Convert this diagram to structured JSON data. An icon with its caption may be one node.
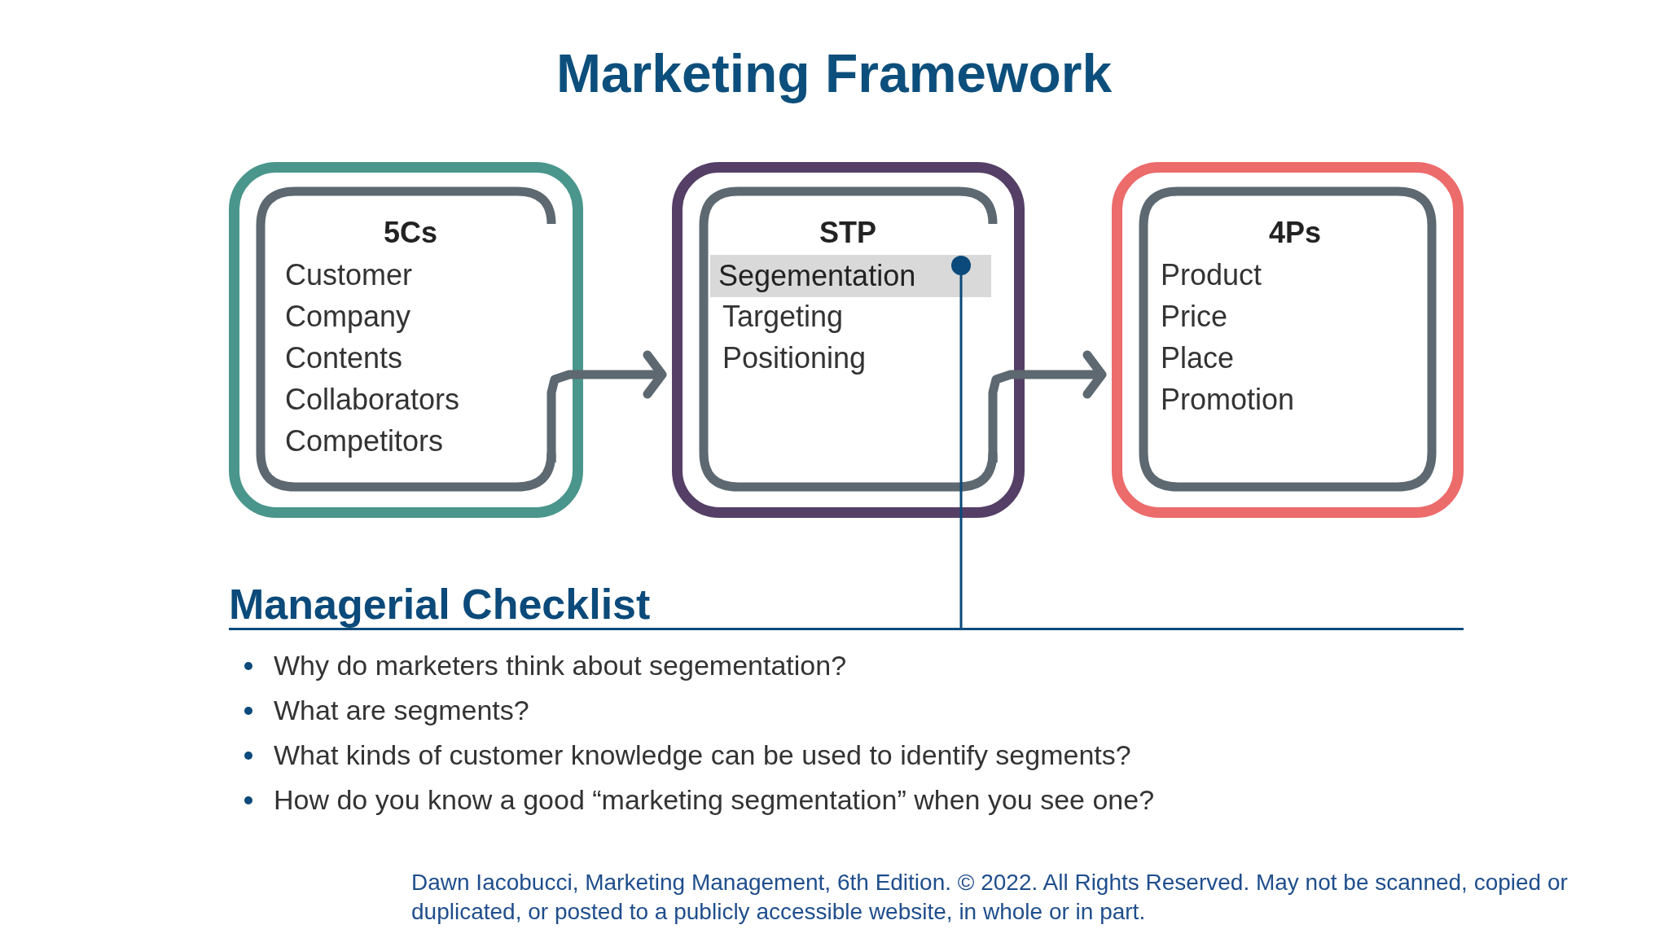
{
  "diagram": {
    "title": "Marketing Framework",
    "nodes": [
      {
        "text": [
          "5Cs",
          "Customer",
          "Company",
          "Contents",
          "Collaborators",
          "Competitors"
        ]
      },
      {
        "text": [
          "STP",
          "Targeting",
          "Positioning"
        ]
      },
      {
        "text": [
          "Segementation"
        ],
        "in": 1
      },
      {
        "text": [
          "4Ps",
          "Product",
          "Price",
          "Place",
          "Promotion"
        ]
      },
      {
        "text": [
          "Managerial Checklist"
        ]
      }
    ],
    "edges": [
      {
        "from": 0,
        "to": 1,
        "arrow": "to"
      },
      {
        "from": 1,
        "to": 3,
        "arrow": "to"
      },
      {
        "from": 2,
        "to": 4,
        "arrow": "other",
        "color": "#0b4a7a"
      }
    ],
    "labels": [
      "Why do marketers think about segementation?",
      "What are segments?",
      "What kinds of customer knowledge can be used to identify segments?",
      "How do you know a good “marketing segmentation” when you see one?",
      "Dawn Iacobucci, Marketing Management, 6th Edition. © 2022. All Rights Reserved. May not be scanned, copied or duplicated, or posted to a publicly accessible website, in whole or in part."
    ]
  }
}
